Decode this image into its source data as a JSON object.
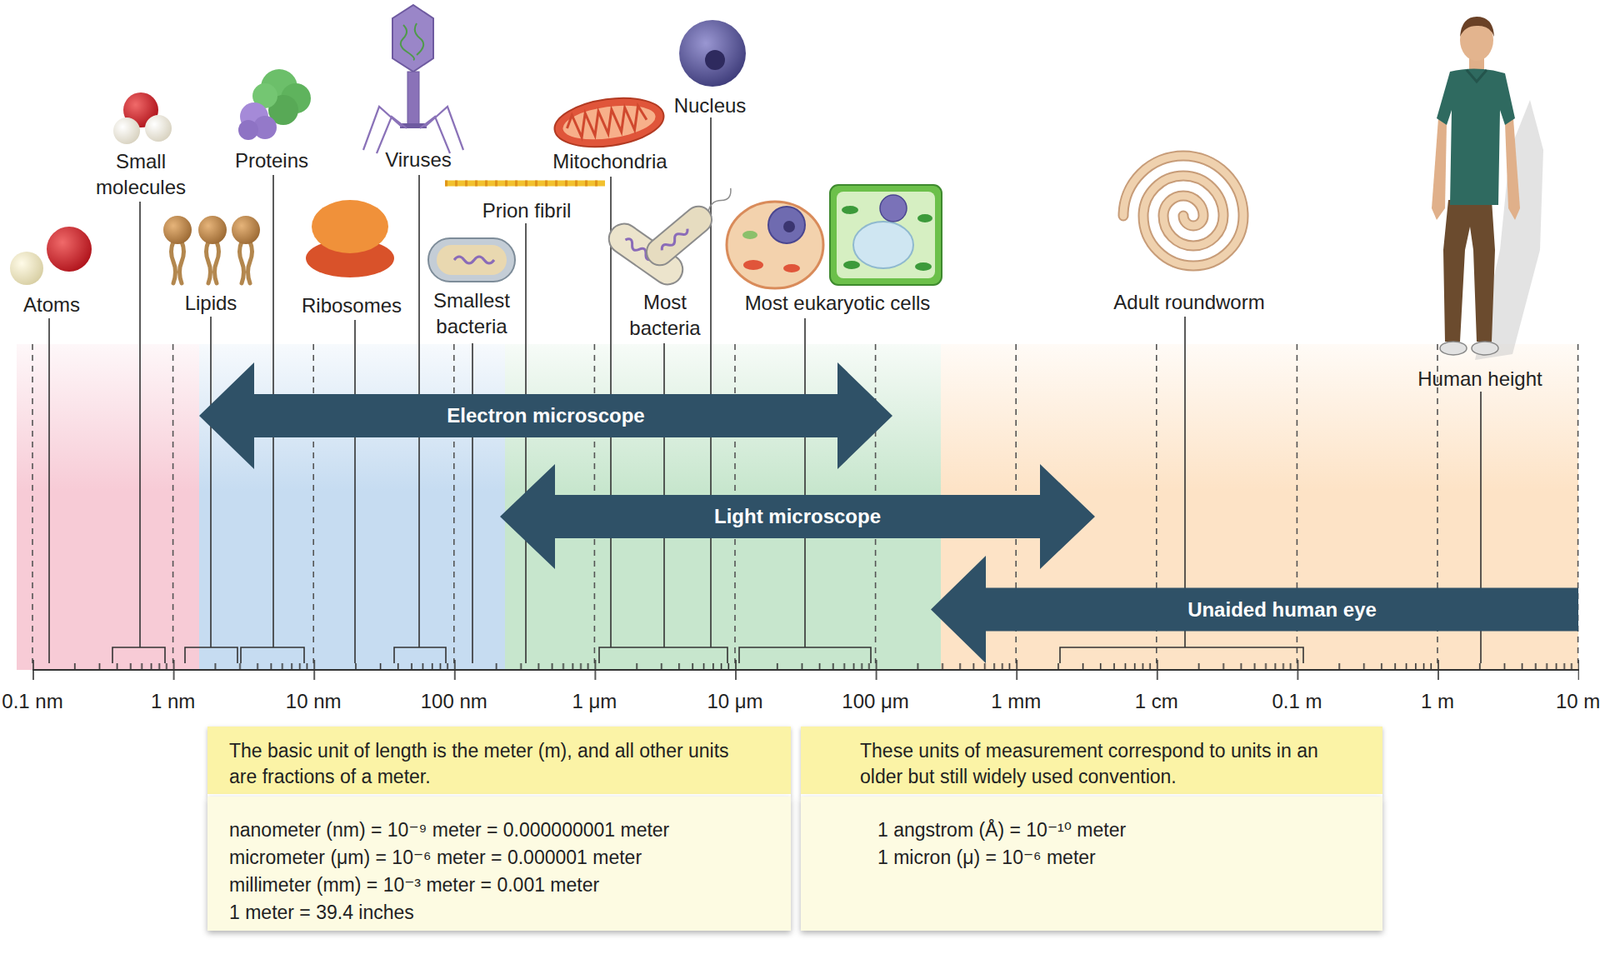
{
  "diagram": {
    "nodes": [
      {
        "text": [
          "Electron microscope"
        ]
      },
      {
        "text": [
          "Light microscope"
        ]
      },
      {
        "text": [
          "Unaided human eye"
        ]
      },
      {
        "text": [
          "The basic unit of length is the meter (m), and all other units are fractions of a meter."
        ]
      },
      {
        "text": [
          "nanometer (nm) = 10⁻⁹ meter = 0.000000001 meter",
          "micrometer (μm) = 10⁻⁶ meter = 0.000001 meter",
          "millimeter (mm) = 10⁻³ meter = 0.001 meter",
          "1 meter = 39.4 inches"
        ]
      },
      {
        "text": [
          "These units of measurement correspond to units in an older but still widely used convention."
        ]
      },
      {
        "text": [
          "1 angstrom (Å) = 10⁻¹⁰ meter",
          "1 micron (μ) = 10⁻⁶ meter"
        ]
      }
    ],
    "labels": [
      "Atoms",
      "Small molecules",
      "Lipids",
      "Proteins",
      "Ribosomes",
      "Viruses",
      "Smallest bacteria",
      "Prion fibril",
      "Mitochondria",
      "Nucleus",
      "Most bacteria",
      "Most eukaryotic cells",
      "Adult roundworm",
      "Human height",
      "0.1 nm",
      "1 nm",
      "10 nm",
      "100 nm",
      "1 μm",
      "10 μm",
      "100 μm",
      "1 mm",
      "1 cm",
      "0.1 m",
      "1 m",
      "10 m"
    ]
  }
}
